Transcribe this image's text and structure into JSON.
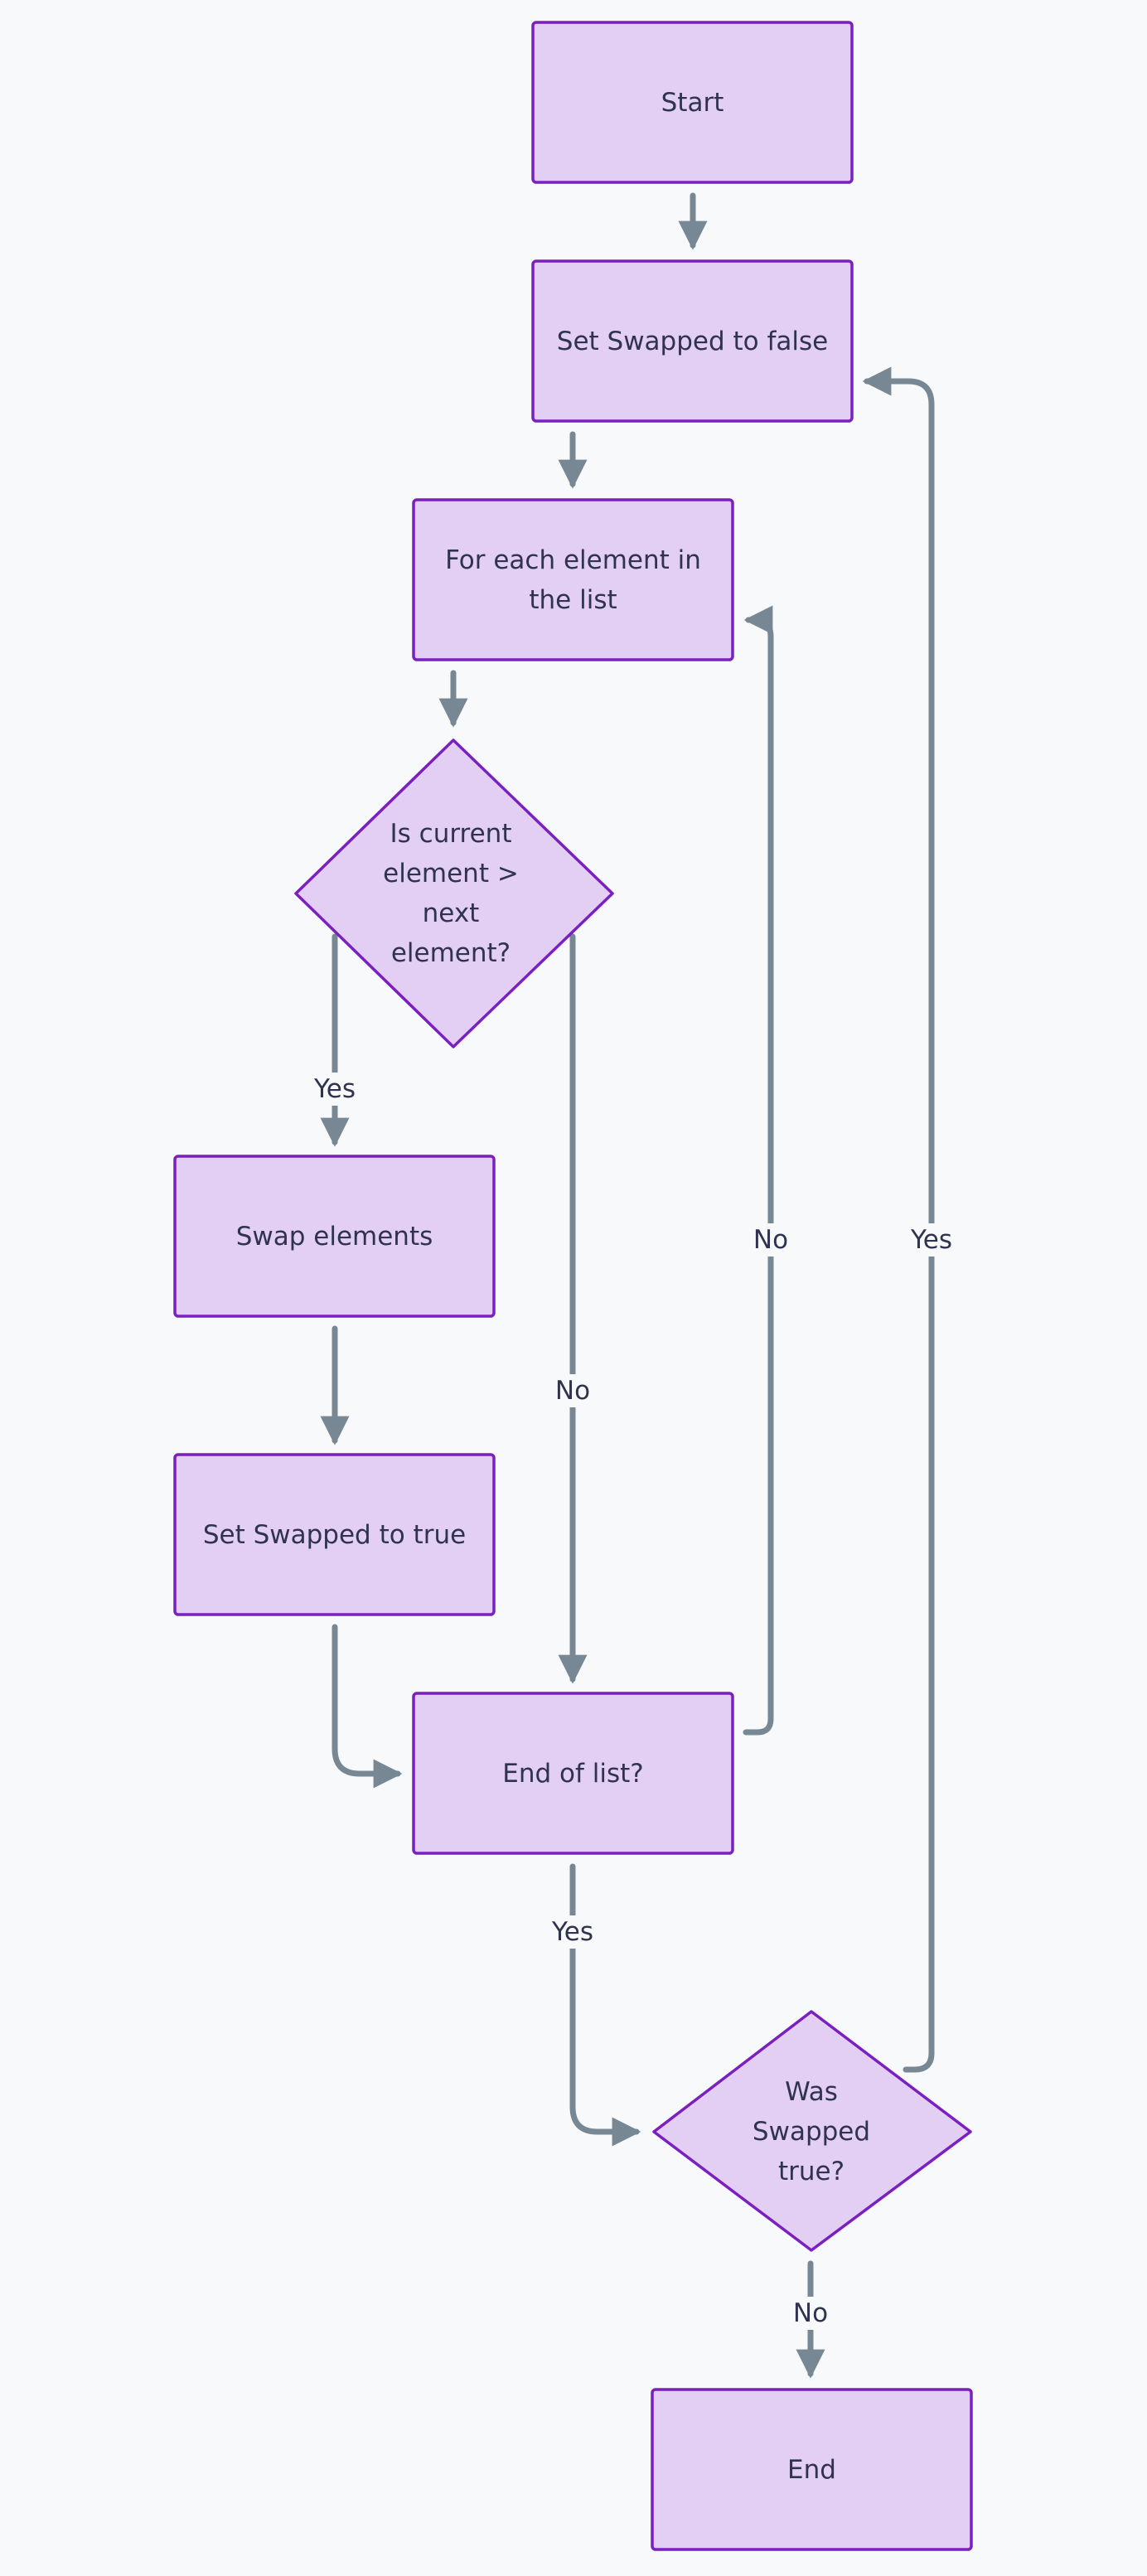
{
  "colors": {
    "background": "#f8f9fb",
    "node_fill": "#e4cff4",
    "node_border": "#7a1fc0",
    "edge": "#778794",
    "text": "#2f3350"
  },
  "nodes": {
    "start": "Start",
    "set_swapped_false": "Set Swapped to false",
    "for_each": "For each element in the list",
    "is_greater": "Is current element > next element?",
    "swap": "Swap elements",
    "set_swapped_true": "Set Swapped to true",
    "end_of_list": "End of list?",
    "was_swapped": "Was Swapped true?",
    "end": "End"
  },
  "edges": {
    "is_greater_yes": "Yes",
    "is_greater_no": "No",
    "end_of_list_no": "No",
    "end_of_list_yes": "Yes",
    "was_swapped_yes": "Yes",
    "was_swapped_no": "No"
  }
}
